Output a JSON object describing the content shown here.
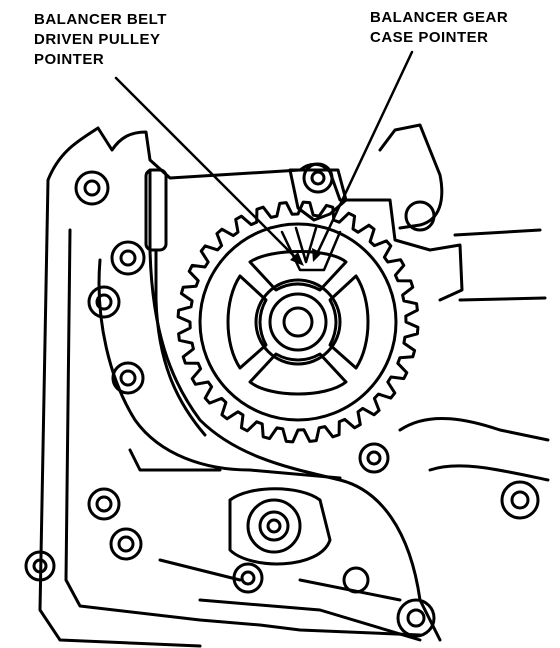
{
  "labels": {
    "balancer_belt_driven_pulley_pointer": [
      "BALANCER BELT",
      "DRIVEN PULLEY",
      "POINTER"
    ],
    "balancer_gear_case_pointer": [
      "BALANCER GEAR",
      "CASE POINTER"
    ]
  },
  "colors": {
    "ink": "#000000",
    "paper": "#ffffff"
  },
  "pulley": {
    "tooth_count": 32
  }
}
